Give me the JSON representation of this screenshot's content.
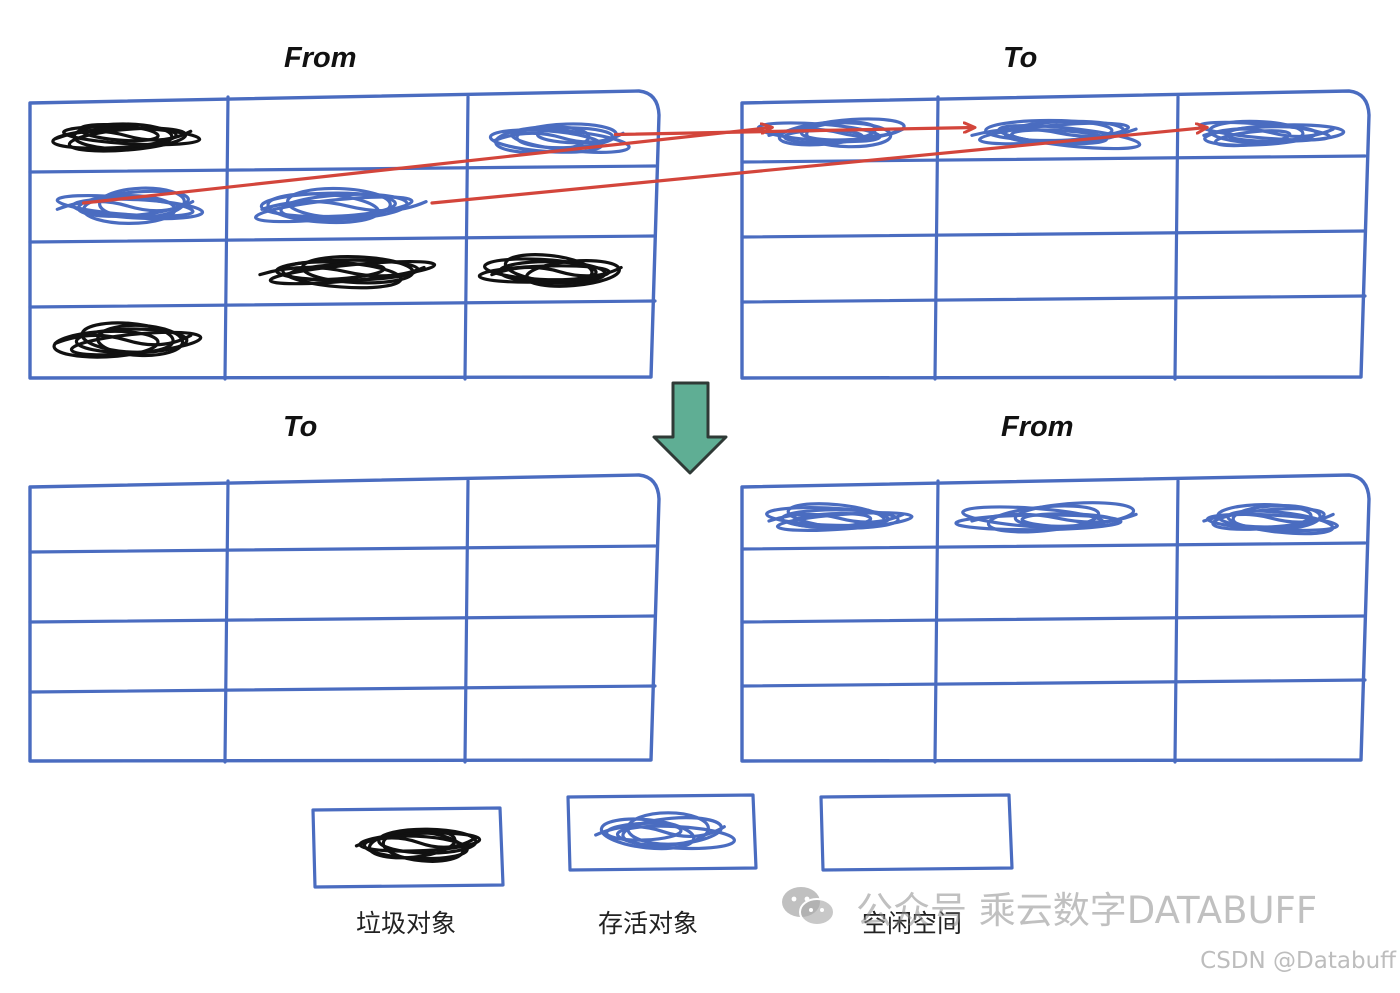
{
  "regions": [
    {
      "title": "From",
      "grid": [
        [
          "garbage",
          "free",
          "live"
        ],
        [
          "live",
          "live",
          "free"
        ],
        [
          "free",
          "garbage",
          "garbage"
        ],
        [
          "garbage",
          "free",
          "free"
        ]
      ]
    },
    {
      "title": "To",
      "grid": [
        [
          "live",
          "live",
          "live"
        ],
        [
          "free",
          "free",
          "free"
        ],
        [
          "free",
          "free",
          "free"
        ],
        [
          "free",
          "free",
          "free"
        ]
      ]
    },
    {
      "title": "To",
      "grid": [
        [
          "free",
          "free",
          "free"
        ],
        [
          "free",
          "free",
          "free"
        ],
        [
          "free",
          "free",
          "free"
        ],
        [
          "free",
          "free",
          "free"
        ]
      ]
    },
    {
      "title": "From",
      "grid": [
        [
          "live",
          "live",
          "live"
        ],
        [
          "free",
          "free",
          "free"
        ],
        [
          "free",
          "free",
          "free"
        ],
        [
          "free",
          "free",
          "free"
        ]
      ]
    }
  ],
  "copy_arrows": [
    {
      "from": [
        0,
        0,
        2
      ],
      "to": [
        1,
        0,
        1
      ]
    },
    {
      "from": [
        0,
        1,
        0
      ],
      "to": [
        1,
        0,
        0
      ]
    },
    {
      "from": [
        0,
        1,
        1
      ],
      "to": [
        1,
        0,
        2
      ]
    }
  ],
  "legend": [
    {
      "kind": "garbage",
      "label": "垃圾对象"
    },
    {
      "kind": "live",
      "label": "存活对象"
    },
    {
      "kind": "free",
      "label": "空闲空间"
    }
  ],
  "watermark": {
    "icon": "wechat-icon",
    "text": "公众号 乘云数字DATABUFF"
  },
  "credit": "CSDN @Databuff",
  "colors": {
    "grid": "#4a6cc0",
    "live": "#4a6cc0",
    "garbage": "#111111",
    "arrow": "#d3453b",
    "transition_arrow": "#5fae94"
  }
}
